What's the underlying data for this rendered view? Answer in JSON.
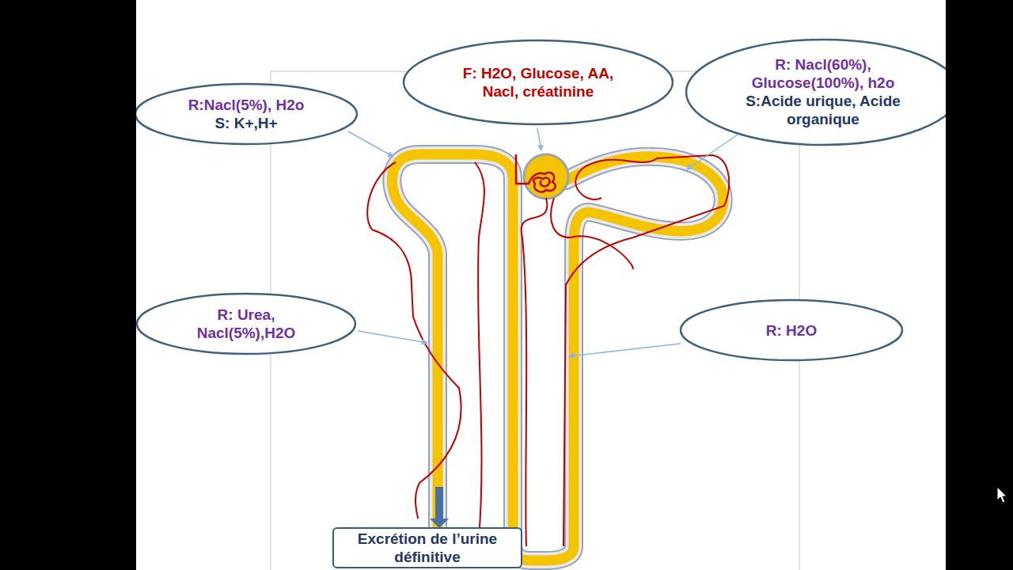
{
  "diagram": {
    "nodes": [
      {
        "text": [
          "F: H2O, Glucose, AA, Nacl, créatinine"
        ]
      },
      {
        "text": [
          "R:Nacl(5%), H2o",
          "S: K+,H+"
        ]
      },
      {
        "text": [
          "R: Nacl(60%), Glucose(100%), h2o",
          "S:Acide urique, Acide organique"
        ]
      },
      {
        "text": [
          "R: Urea, Nacl(5%),H2O"
        ]
      },
      {
        "text": [
          "R: H2O"
        ]
      },
      {
        "text": [
          "Excrétion de l’urine définitive"
        ]
      }
    ]
  }
}
